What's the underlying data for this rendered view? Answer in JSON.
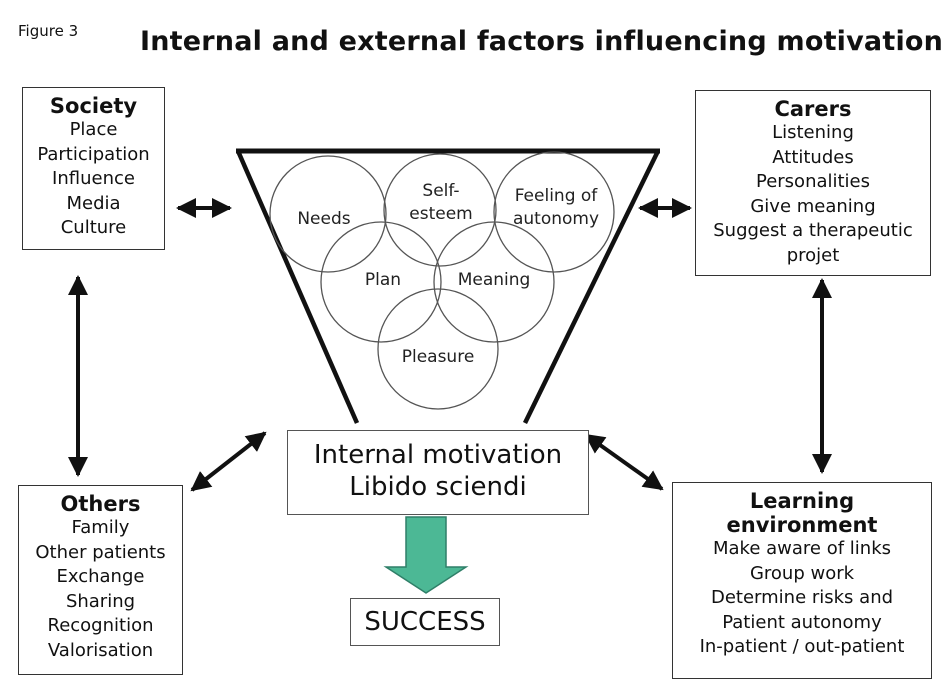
{
  "figure_label": "Figure 3",
  "title": "Internal and external factors influencing motivation",
  "society": {
    "heading": "Society",
    "items": [
      "Place",
      "Participation",
      "Influence",
      "Media",
      "Culture"
    ]
  },
  "carers": {
    "heading": "Carers",
    "items": [
      "Listening",
      "Attitudes",
      "Personalities",
      "Give meaning",
      "Suggest a therapeutic",
      "projet"
    ]
  },
  "others": {
    "heading": "Others",
    "items": [
      "Family",
      "Other patients",
      "Exchange",
      "Sharing",
      "Recognition",
      "Valorisation"
    ]
  },
  "learning": {
    "heading_line1": "Learning",
    "heading_line2": "environment",
    "items": [
      "Make aware of links",
      "Group work",
      "Determine risks and",
      "Patient autonomy",
      "In-patient / out-patient"
    ]
  },
  "funnel_circles": {
    "needs": "Needs",
    "self_esteem_1": "Self-",
    "self_esteem_2": "esteem",
    "autonomy_1": "Feeling of",
    "autonomy_2": "autonomy",
    "plan": "Plan",
    "meaning": "Meaning",
    "pleasure": "Pleasure"
  },
  "internal": {
    "line1": "Internal motivation",
    "line2": "Libido sciendi"
  },
  "success": "SUCCESS",
  "colors": {
    "arrow_green": "#4cb895",
    "arrow_green_stroke": "#2f7f68"
  }
}
